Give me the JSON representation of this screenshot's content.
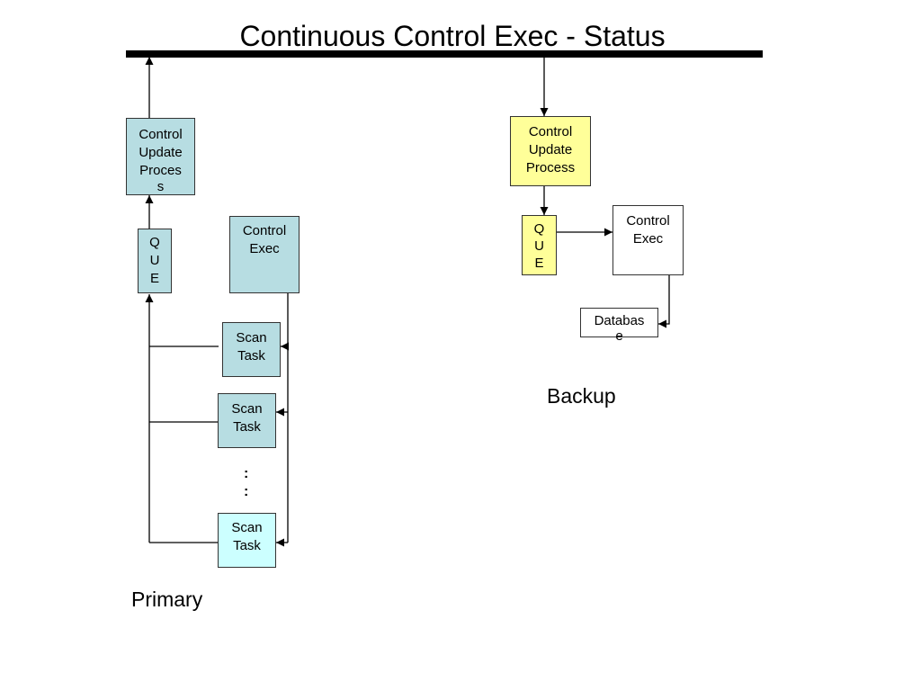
{
  "title": "Continuous Control Exec - Status",
  "primary": {
    "label": "Primary",
    "control_update": [
      "Control",
      "Update",
      "Proces",
      "s"
    ],
    "que": [
      "Q",
      "U",
      "E"
    ],
    "control_exec": [
      "Control",
      "Exec"
    ],
    "scan_tasks": [
      [
        "Scan",
        "Task"
      ],
      [
        "Scan",
        "Task"
      ],
      [
        "Scan",
        "Task"
      ]
    ],
    "ellipsis": [
      ":",
      ":"
    ]
  },
  "backup": {
    "label": "Backup",
    "control_update": [
      "Control",
      "Update",
      "Process"
    ],
    "que": [
      "Q",
      "U",
      "E"
    ],
    "control_exec": [
      "Control",
      "Exec"
    ],
    "database": [
      "Databas",
      "e"
    ]
  },
  "colors": {
    "primary_box": "#b7dde2",
    "last_scan_task": "#ccffff",
    "backup_box": "#ffff99",
    "plain_box": "#ffffff",
    "lines": "#000000"
  }
}
